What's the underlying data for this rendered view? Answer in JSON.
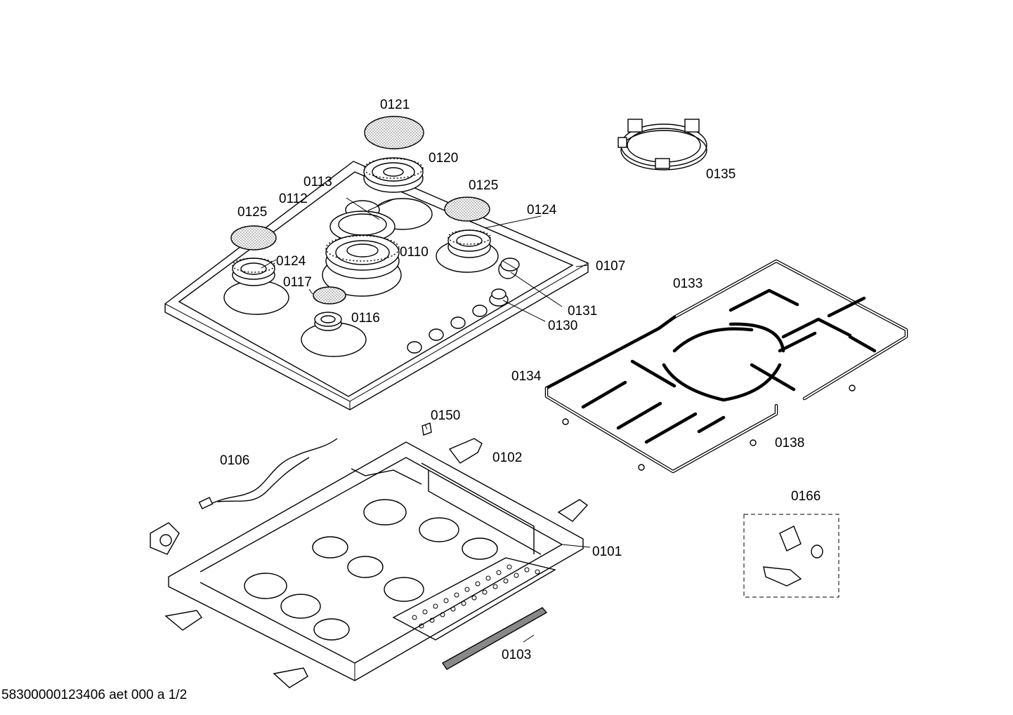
{
  "parts": {
    "p0121": "0121",
    "p0120": "0120",
    "p0113": "0113",
    "p0112": "0112",
    "p0125a": "0125",
    "p0125b": "0125",
    "p0124a": "0124",
    "p0124b": "0124",
    "p0110": "0110",
    "p0117": "0117",
    "p0116": "0116",
    "p0107": "0107",
    "p0131": "0131",
    "p0130": "0130",
    "p0135": "0135",
    "p0133": "0133",
    "p0134": "0134",
    "p0138": "0138",
    "p0150": "0150",
    "p0102": "0102",
    "p0106": "0106",
    "p0101": "0101",
    "p0103": "0103",
    "p0166": "0166"
  },
  "footer": "58300000123406 aet 000 a 1/2"
}
